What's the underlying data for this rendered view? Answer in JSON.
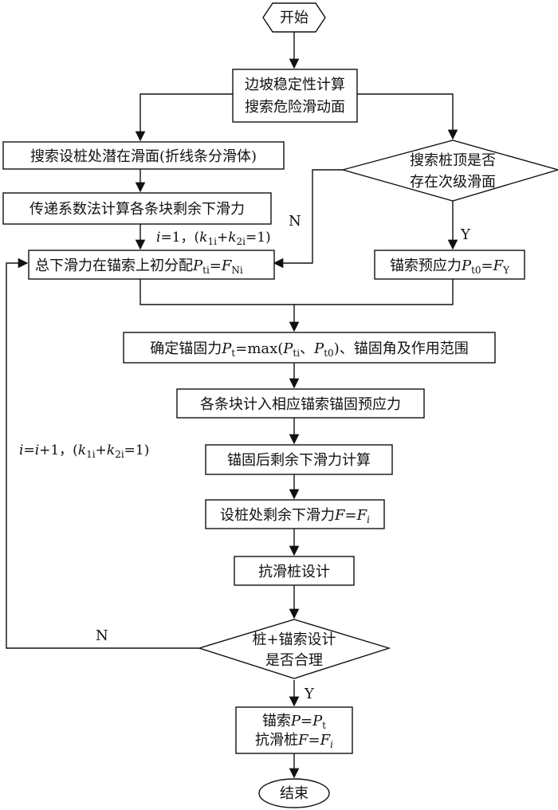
{
  "nodes": {
    "start": "开始",
    "calc_line1": "边坡稳定性计算",
    "calc_line2": "搜索危险滑动面",
    "search_pile": "搜索设桩处潜在滑面(折线条分滑体)",
    "transfer": "传递系数法计算各条块剩余下滑力",
    "diamond_sub_line1": "搜索桩顶是否",
    "diamond_sub_line2": "存在次级滑面",
    "distribute_text": "总下滑力在锚索上初分配",
    "distribute_sym": "P",
    "distribute_sub": "ti",
    "distribute_eq": "=",
    "distribute_sym2": "F",
    "distribute_sub2": "Ni",
    "prestress_text": "锚索预应力",
    "prestress_sym": "P",
    "prestress_sub": "t0",
    "prestress_eq": "=",
    "prestress_sym2": "F",
    "prestress_sub2": "Y",
    "anchor_force_text": "确定锚固力",
    "anchor_force_sym": "P",
    "anchor_force_sub": "t",
    "anchor_force_eq": "=max(",
    "anchor_force_sym2": "P",
    "anchor_force_sub2": "ti",
    "anchor_force_sep": "、",
    "anchor_force_sym3": "P",
    "anchor_force_sub3": "t0",
    "anchor_force_tail": ")、锚固角及作用范围",
    "each_block": "各条块计入相应锚索锚固预应力",
    "residual_after": "锚固后剩余下滑力计算",
    "residual_pile_text": "设桩处剩余下滑力",
    "residual_pile_sym": "F",
    "residual_pile_eq": "=",
    "residual_pile_sym2": "F",
    "residual_pile_sub2": "i",
    "pile_design": "抗滑桩设计",
    "diamond_check_line1": "桩+锚索设计",
    "diamond_check_line2": "是否合理",
    "final_line1_text": "锚索",
    "final_line1_sym": "P",
    "final_line1_eq": "=",
    "final_line1_sym2": "P",
    "final_line1_sub2": "t",
    "final_line2_text": "抗滑桩",
    "final_line2_sym": "F",
    "final_line2_eq": "=",
    "final_line2_sym2": "F",
    "final_line2_sub2": "i",
    "end": "结束"
  },
  "labels": {
    "yes": "Y",
    "no": "N",
    "init_var": "i",
    "init_eq": "=1，(",
    "init_k": "k",
    "init_k_sub": "1i",
    "init_plus": "+",
    "init_k2": "k",
    "init_k2_sub": "2i",
    "init_tail": "=1)",
    "loop_var": "i",
    "loop_eq": "=",
    "loop_var2": "i",
    "loop_plus": "+1，(",
    "loop_k": "k",
    "loop_k_sub": "1i",
    "loop_plus2": "+",
    "loop_k2": "k",
    "loop_k2_sub": "2i",
    "loop_tail": "=1)"
  }
}
